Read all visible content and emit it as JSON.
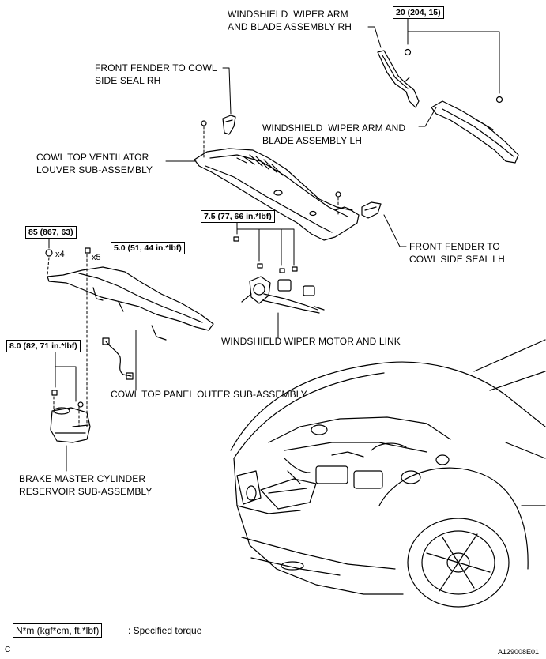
{
  "labels": {
    "wiper_rh": "WINDSHIELD  WIPER ARM\nAND BLADE ASSEMBLY RH",
    "fender_seal_rh": "FRONT FENDER TO COWL\nSIDE SEAL RH",
    "wiper_lh": "WINDSHIELD  WIPER ARM AND\nBLADE ASSEMBLY LH",
    "cowl_louver": "COWL TOP VENTILATOR\nLOUVER SUB-ASSEMBLY",
    "fender_seal_lh": "FRONT FENDER TO\nCOWL SIDE SEAL LH",
    "wiper_motor": "WINDSHIELD WIPER MOTOR AND LINK",
    "cowl_panel": "COWL TOP PANEL OUTER SUB-ASSEMBLY",
    "brake_reservoir": "BRAKE MASTER CYLINDER\nRESERVOIR SUB-ASSEMBLY"
  },
  "torques": {
    "wiper_nut": "20 (204, 15)",
    "wiper_motor_bolt": "7.5 (77, 66 in.*lbf)",
    "cowl_nut": "85 (867, 63)",
    "cowl_bolt": "5.0 (51, 44 in.*lbf)",
    "reservoir_bolt": "8.0 (82, 71 in.*lbf)"
  },
  "multipliers": {
    "x4": "x4",
    "x5": "x5"
  },
  "legend": {
    "box": "N*m (kgf*cm, ft.*lbf)",
    "text": ": Specified torque"
  },
  "footer": {
    "corner": "C",
    "code": "A129008E01"
  }
}
